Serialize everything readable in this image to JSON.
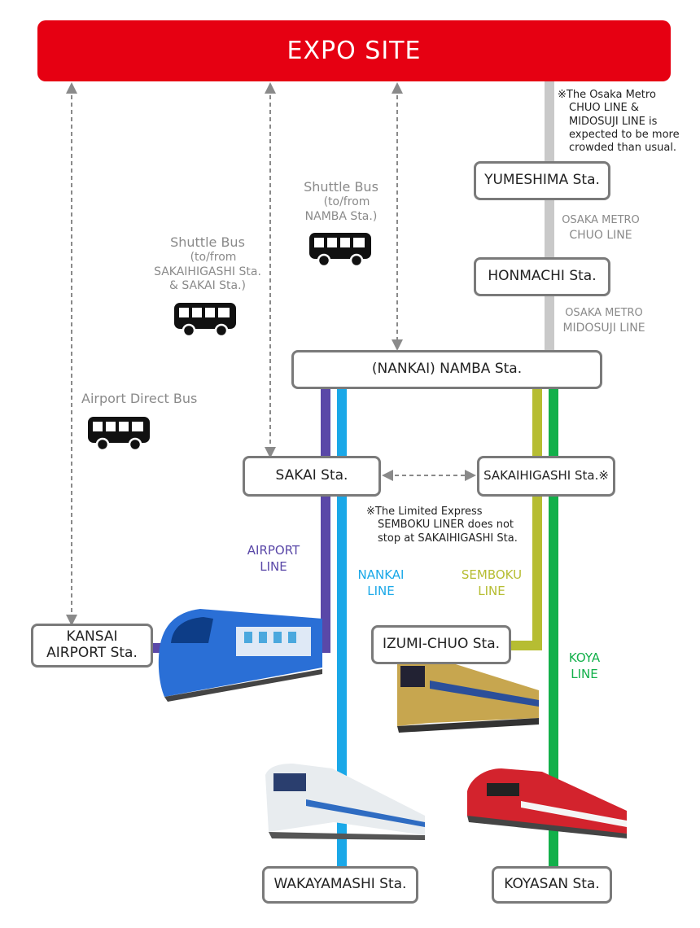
{
  "colors": {
    "expo_red": "#e60012",
    "airport_line": "#5a48a8",
    "nankai_line": "#1aa8e8",
    "semboku_line": "#b6bd32",
    "koya_line": "#12b04a",
    "metro_line": "#c9c9c9",
    "bus_path": "#8a8a8a"
  },
  "header": {
    "title": "EXPO SITE"
  },
  "stations": {
    "yumeshima": "YUMESHIMA Sta.",
    "honmachi": "HONMACHI Sta.",
    "namba": "(NANKAI) NAMBA Sta.",
    "sakai": "SAKAI Sta.",
    "sakaihigashi": "SAKAIHIGASHI Sta.※",
    "kansai_airport_line1": "KANSAI",
    "kansai_airport_line2": "AIRPORT Sta.",
    "izumi_chuo": "IZUMI-CHUO Sta.",
    "wakayamashi": "WAKAYAMASHI Sta.",
    "koyasan": "KOYASAN Sta."
  },
  "metro": {
    "chuo_line_1": "OSAKA METRO",
    "chuo_line_2": "CHUO LINE",
    "midosuji_line_1": "OSAKA METRO",
    "midosuji_line_2": "MIDOSUJI LINE"
  },
  "buses": {
    "shuttle_namba": [
      "Shuttle Bus",
      "　(to/from",
      "NAMBA Sta.)"
    ],
    "shuttle_sakai": [
      "Shuttle Bus",
      "　(to/from",
      "SAKAIHIGASHI Sta.",
      "& SAKAI Sta.)"
    ],
    "airport_direct": "Airport Direct Bus"
  },
  "notes": {
    "metro_crowded": [
      "※The Osaka Metro",
      "CHUO LINE &",
      "MIDOSUJI LINE is",
      "expected to be more",
      "crowded than usual."
    ],
    "semboku_liner": [
      "※The Limited Express",
      "SEMBOKU LINER does not",
      "stop at SAKAIHIGASHI Sta."
    ]
  },
  "lines": {
    "airport": [
      "AIRPORT",
      "LINE"
    ],
    "nankai": [
      "NANKAI",
      "LINE"
    ],
    "semboku": [
      "SEMBOKU",
      "LINE"
    ],
    "koya": [
      "KOYA",
      "LINE"
    ]
  }
}
